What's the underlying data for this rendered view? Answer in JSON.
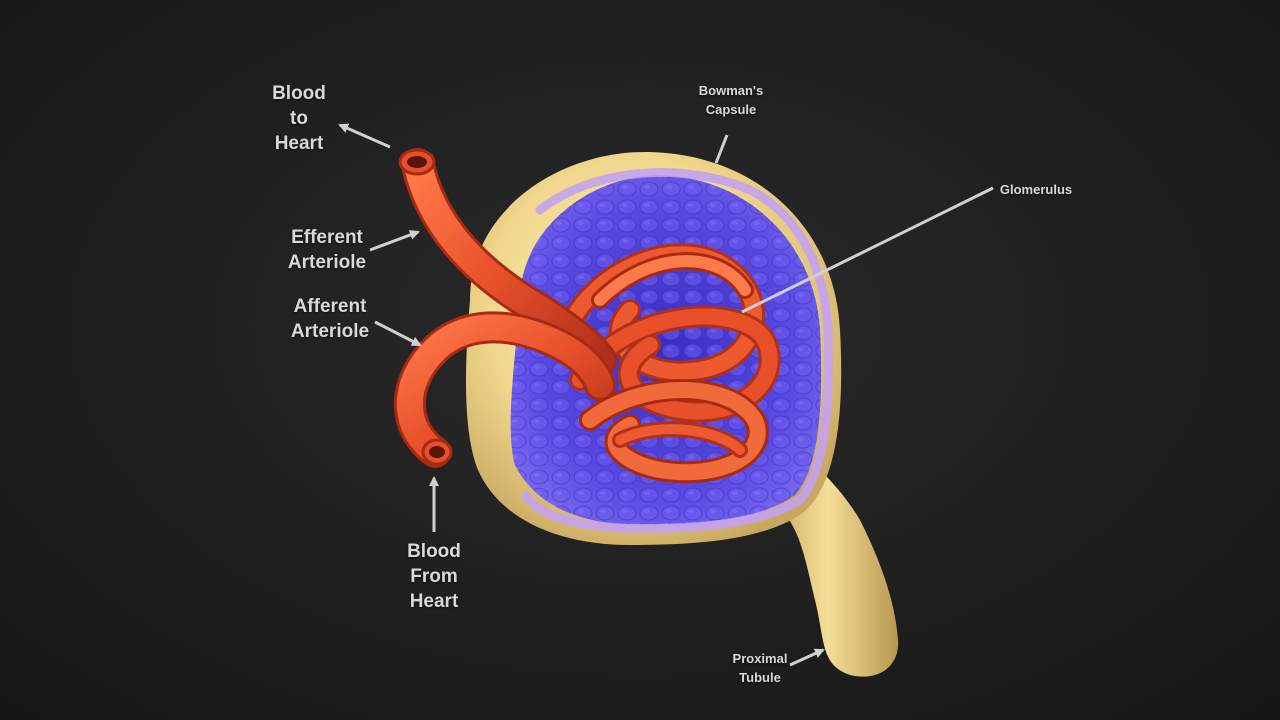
{
  "labels": {
    "blood_to_heart": "Blood\nto\nHeart",
    "efferent_arteriole": "Efferent\nArteriole",
    "afferent_arteriole": "Afferent\nArteriole",
    "blood_from_heart": "Blood\nFrom\nHeart",
    "bowmans_capsule": "Bowman's\nCapsule",
    "glomerulus": "Glomerulus",
    "proximal_tubule": "Proximal\nTubule"
  },
  "colors": {
    "background": "#1e1e1e",
    "capsule_wall": "#f0d78c",
    "capsule_inner": "#5a4ae0",
    "capsule_cells": "#b89ae6",
    "vessel": "#e8502a",
    "vessel_dark": "#a82a12",
    "pointer_line": "#d0d0d0",
    "label_text": "#d9d9d9"
  }
}
